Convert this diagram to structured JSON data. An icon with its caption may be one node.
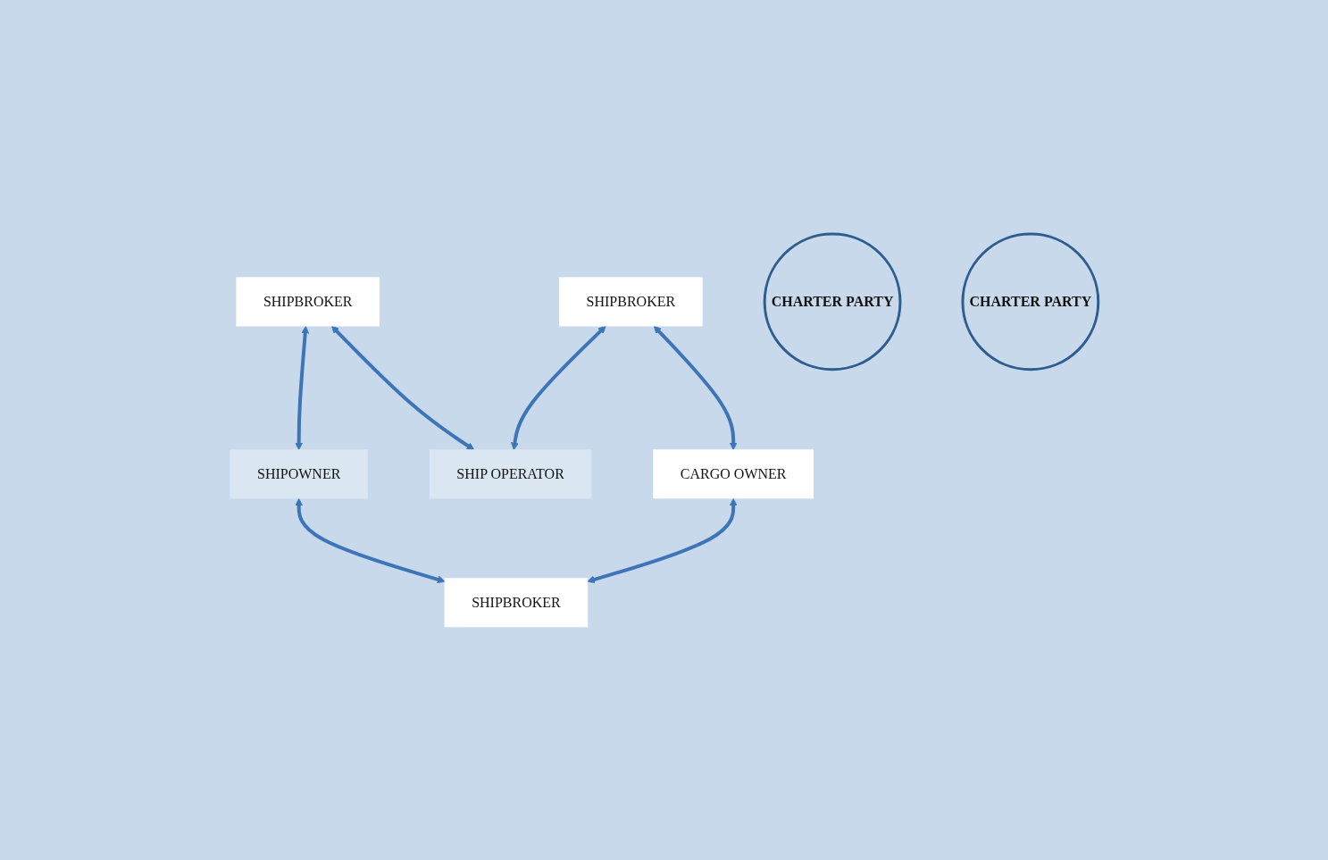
{
  "diagram": {
    "nodes": [
      {
        "text": [
          "SHIPBROKER"
        ]
      },
      {
        "text": [
          "SHIPBROKER"
        ]
      },
      {
        "text": [
          "SHIPOWNER"
        ]
      },
      {
        "text": [
          "SHIP OPERATOR"
        ]
      },
      {
        "text": [
          "CARGO OWNER"
        ]
      },
      {
        "text": [
          "CHARTER PARTY"
        ]
      },
      {
        "text": [
          "CHARTER PARTY"
        ]
      },
      {
        "text": [
          "SHIPBROKER"
        ]
      }
    ],
    "edges": [
      {
        "from": 0,
        "to": 2,
        "arrow": "both"
      },
      {
        "from": 0,
        "to": 3,
        "arrow": "both"
      },
      {
        "from": 1,
        "to": 3,
        "arrow": "both"
      },
      {
        "from": 1,
        "to": 4,
        "arrow": "both"
      },
      {
        "from": 2,
        "to": 7,
        "arrow": "both"
      },
      {
        "from": 4,
        "to": 7,
        "arrow": "both"
      }
    ]
  }
}
